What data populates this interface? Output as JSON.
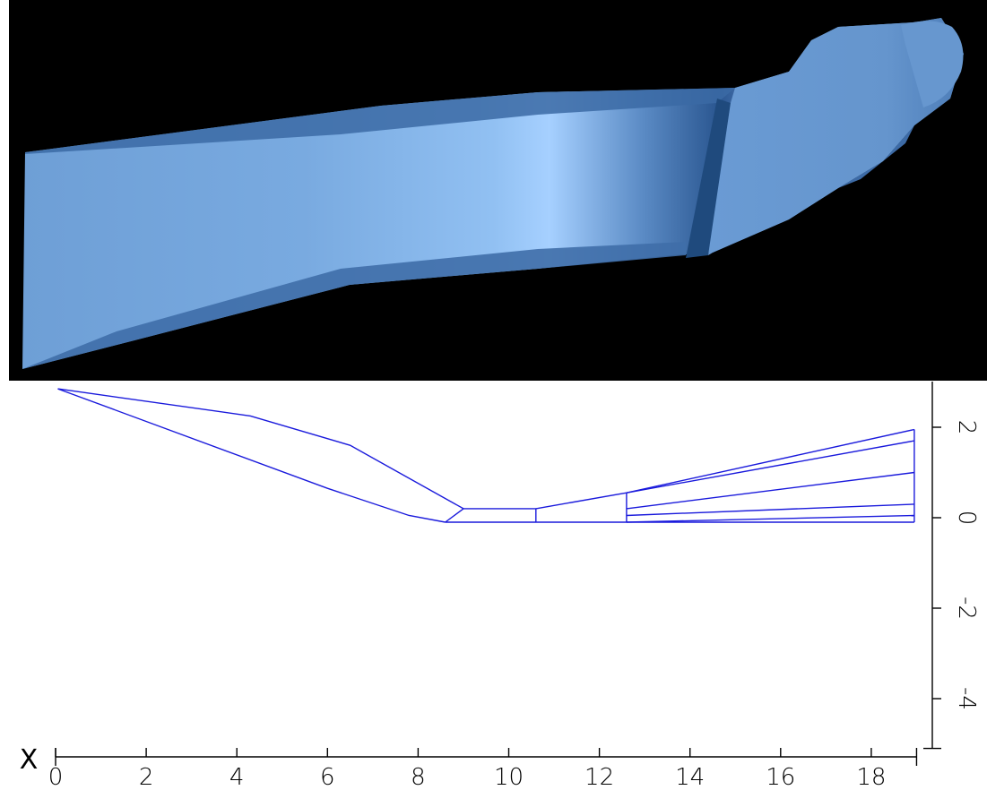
{
  "colors": {
    "background_top": "#000000",
    "surface": "#78a8dc",
    "highlight": "#a6d0ff",
    "shadow": "#1f4a7d",
    "wireframe": "#1a1adc",
    "axis": "#000000"
  },
  "render": {
    "kind": "3D shaded surface of a duct / nozzle geometry"
  },
  "x_axis": {
    "name": "X",
    "min": 0,
    "max": 19,
    "ticks": [
      {
        "value": 0,
        "label": "0"
      },
      {
        "value": 2,
        "label": "2"
      },
      {
        "value": 4,
        "label": "4"
      },
      {
        "value": 6,
        "label": "6"
      },
      {
        "value": 8,
        "label": "8"
      },
      {
        "value": 10,
        "label": "10"
      },
      {
        "value": 12,
        "label": "12"
      },
      {
        "value": 14,
        "label": "14"
      },
      {
        "value": 16,
        "label": "16"
      },
      {
        "value": 18,
        "label": "18"
      }
    ]
  },
  "y_axis": {
    "min": -5.1,
    "max": 3.0,
    "ticks": [
      {
        "value": 2,
        "label": "2"
      },
      {
        "value": 0,
        "label": "0"
      },
      {
        "value": -2,
        "label": "-2"
      },
      {
        "value": -4,
        "label": "-4"
      }
    ]
  },
  "wireframe_lines": [
    [
      [
        0.05,
        2.85
      ],
      [
        4.3,
        2.25
      ],
      [
        6.5,
        1.6
      ],
      [
        9.0,
        0.2
      ]
    ],
    [
      [
        0.05,
        2.85
      ],
      [
        6.0,
        0.65
      ],
      [
        7.8,
        0.05
      ],
      [
        8.6,
        -0.1
      ]
    ],
    [
      [
        8.6,
        -0.1
      ],
      [
        9.0,
        0.2
      ]
    ],
    [
      [
        9.0,
        0.2
      ],
      [
        10.6,
        0.2
      ],
      [
        12.6,
        0.55
      ],
      [
        18.95,
        1.95
      ]
    ],
    [
      [
        8.6,
        -0.1
      ],
      [
        18.95,
        -0.1
      ]
    ],
    [
      [
        10.6,
        0.2
      ],
      [
        10.6,
        -0.1
      ]
    ],
    [
      [
        12.6,
        0.55
      ],
      [
        12.6,
        -0.1
      ]
    ],
    [
      [
        18.95,
        1.95
      ],
      [
        18.95,
        -0.1
      ]
    ],
    [
      [
        12.6,
        0.55
      ],
      [
        18.95,
        1.7
      ]
    ],
    [
      [
        12.6,
        0.2
      ],
      [
        18.95,
        1.0
      ]
    ],
    [
      [
        12.6,
        0.05
      ],
      [
        18.95,
        0.3
      ]
    ],
    [
      [
        12.6,
        -0.1
      ],
      [
        18.95,
        0.05
      ]
    ]
  ]
}
